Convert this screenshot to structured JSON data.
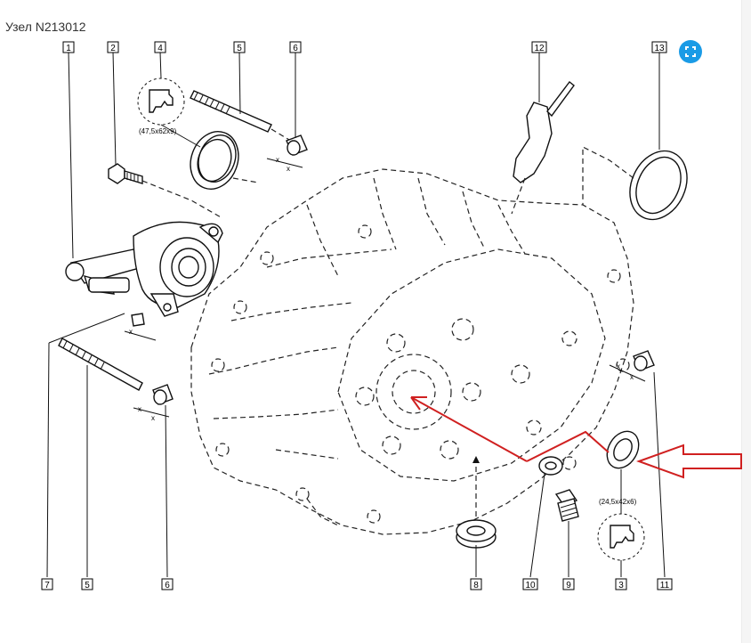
{
  "header": {
    "title": "Узел N213012"
  },
  "controls": {
    "expand_icon": "expand-icon",
    "accent_color": "#1a9be6"
  },
  "annotation_color": "#d02020",
  "callouts": {
    "c1": "1",
    "c2": "2",
    "c3": "3",
    "c4": "4",
    "c5a": "5",
    "c5b": "5",
    "c6a": "6",
    "c6b": "6",
    "c7": "7",
    "c8": "8",
    "c9": "9",
    "c10": "10",
    "c11": "11",
    "c12": "12",
    "c13": "13"
  },
  "dimensions": {
    "seal_large": "(47,5x62x9)",
    "seal_small": "(24,5x42x6)"
  }
}
